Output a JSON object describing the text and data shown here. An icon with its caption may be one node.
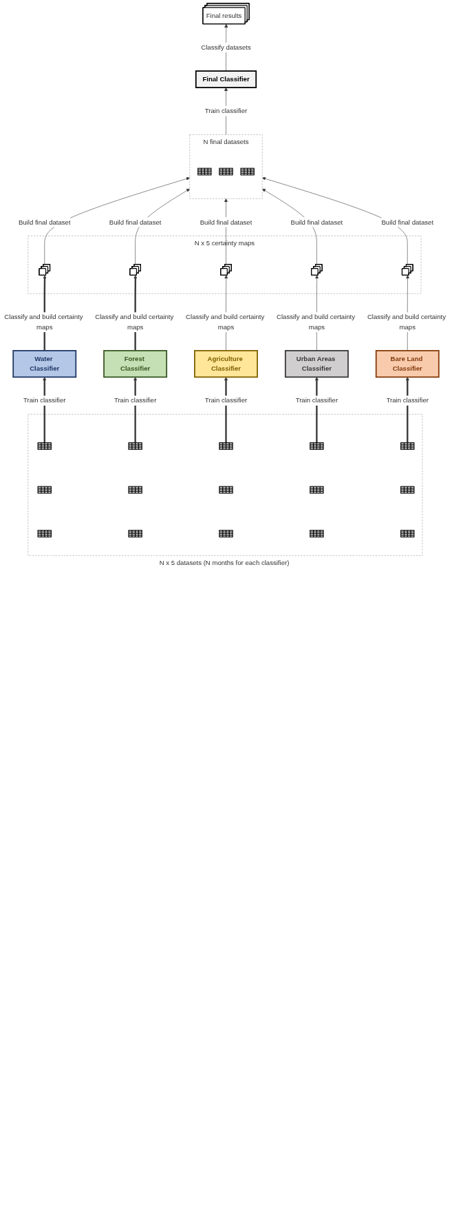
{
  "diagram": {
    "nodes": [
      {
        "text": [
          "N x 5 datasets (N months for each classifier)"
        ]
      },
      {
        "text": [],
        "shape": "picture",
        "in": 0
      },
      {
        "text": [],
        "shape": "picture",
        "in": 0
      },
      {
        "text": [],
        "shape": "picture",
        "in": 0
      },
      {
        "text": [],
        "shape": "picture",
        "in": 0
      },
      {
        "text": [],
        "shape": "picture",
        "in": 0
      },
      {
        "text": [],
        "shape": "picture",
        "in": 0
      },
      {
        "text": [],
        "shape": "picture",
        "in": 0
      },
      {
        "text": [],
        "shape": "picture",
        "in": 0
      },
      {
        "text": [],
        "shape": "picture",
        "in": 0
      },
      {
        "text": [],
        "shape": "picture",
        "in": 0
      },
      {
        "text": [],
        "shape": "picture",
        "in": 0
      },
      {
        "text": [],
        "shape": "picture",
        "in": 0
      },
      {
        "text": [],
        "shape": "picture",
        "in": 0
      },
      {
        "text": [],
        "shape": "picture",
        "in": 0
      },
      {
        "text": [],
        "shape": "picture",
        "in": 0
      },
      {
        "text": [
          "Water Classifier"
        ]
      },
      {
        "text": [
          "Forest Classifier"
        ]
      },
      {
        "text": [
          "Agriculture Classifier"
        ]
      },
      {
        "text": [
          "Urban Areas Classifier"
        ]
      },
      {
        "text": [
          "Bare Land Classifier"
        ]
      },
      {
        "text": [
          "N x 5 certainty maps"
        ]
      },
      {
        "text": [],
        "shape": "picture",
        "in": 21
      },
      {
        "text": [],
        "shape": "picture",
        "in": 21
      },
      {
        "text": [],
        "shape": "picture",
        "in": 21
      },
      {
        "text": [],
        "shape": "picture",
        "in": 21
      },
      {
        "text": [],
        "shape": "picture",
        "in": 21
      },
      {
        "text": [
          "N final datasets"
        ]
      },
      {
        "text": [],
        "shape": "picture",
        "in": 27
      },
      {
        "text": [],
        "shape": "picture",
        "in": 27
      },
      {
        "text": [],
        "shape": "picture",
        "in": 27
      },
      {
        "text": [
          "Final Classifier"
        ]
      },
      {
        "text": [
          "Final results"
        ]
      }
    ],
    "edges": [
      {
        "from": 3,
        "to": 16,
        "arrow": "to",
        "label": "Train classifier"
      },
      {
        "from": 6,
        "to": 17,
        "arrow": "to",
        "label": "Train classifier"
      },
      {
        "from": 9,
        "to": 18,
        "arrow": "to",
        "label": "Train classifier"
      },
      {
        "from": 12,
        "to": 19,
        "arrow": "to",
        "label": "Train classifier"
      },
      {
        "from": 15,
        "to": 20,
        "arrow": "to",
        "label": "Train classifier"
      },
      {
        "from": 16,
        "to": 22,
        "arrow": "to",
        "label": "Classify and build certainty maps"
      },
      {
        "from": 17,
        "to": 23,
        "arrow": "to",
        "label": "Classify and build certainty maps"
      },
      {
        "from": 18,
        "to": 24,
        "arrow": "to",
        "label": "Classify and build certainty maps"
      },
      {
        "from": 19,
        "to": 25,
        "arrow": "to",
        "label": "Classify and build certainty maps"
      },
      {
        "from": 20,
        "to": 26,
        "arrow": "to",
        "label": "Classify and build certainty maps"
      },
      {
        "from": 22,
        "to": 27,
        "arrow": "to",
        "label": "Build final dataset"
      },
      {
        "from": 23,
        "to": 27,
        "arrow": "to",
        "label": "Build final dataset"
      },
      {
        "from": 24,
        "to": 27,
        "arrow": "to",
        "label": "Build final dataset"
      },
      {
        "from": 25,
        "to": 27,
        "arrow": "to",
        "label": "Build final dataset"
      },
      {
        "from": 26,
        "to": 27,
        "arrow": "to",
        "label": "Build final dataset"
      },
      {
        "from": 27,
        "to": 31,
        "arrow": "to",
        "label": "Train classifier"
      },
      {
        "from": 31,
        "to": 32,
        "arrow": "to",
        "label": "Classify datasets"
      }
    ]
  }
}
